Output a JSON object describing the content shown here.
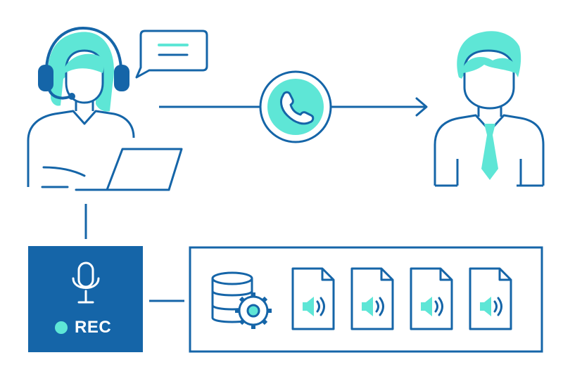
{
  "colors": {
    "primary": "#1565a8",
    "accent": "#5ee6d6",
    "background": "#ffffff"
  },
  "nodes": {
    "agent": {
      "icon": "call-center-agent-with-headset-and-laptop"
    },
    "speech": {
      "icon": "speech-bubble-icon"
    },
    "call": {
      "icon": "phone-handset-icon"
    },
    "customer": {
      "icon": "businessman-with-tie"
    },
    "recorder": {
      "icon": "microphone-icon",
      "label": "REC"
    },
    "storage": {
      "icon": "database-gear-icon"
    },
    "files": [
      {
        "icon": "audio-file-icon"
      },
      {
        "icon": "audio-file-icon"
      },
      {
        "icon": "audio-file-icon"
      },
      {
        "icon": "audio-file-icon"
      }
    ]
  }
}
